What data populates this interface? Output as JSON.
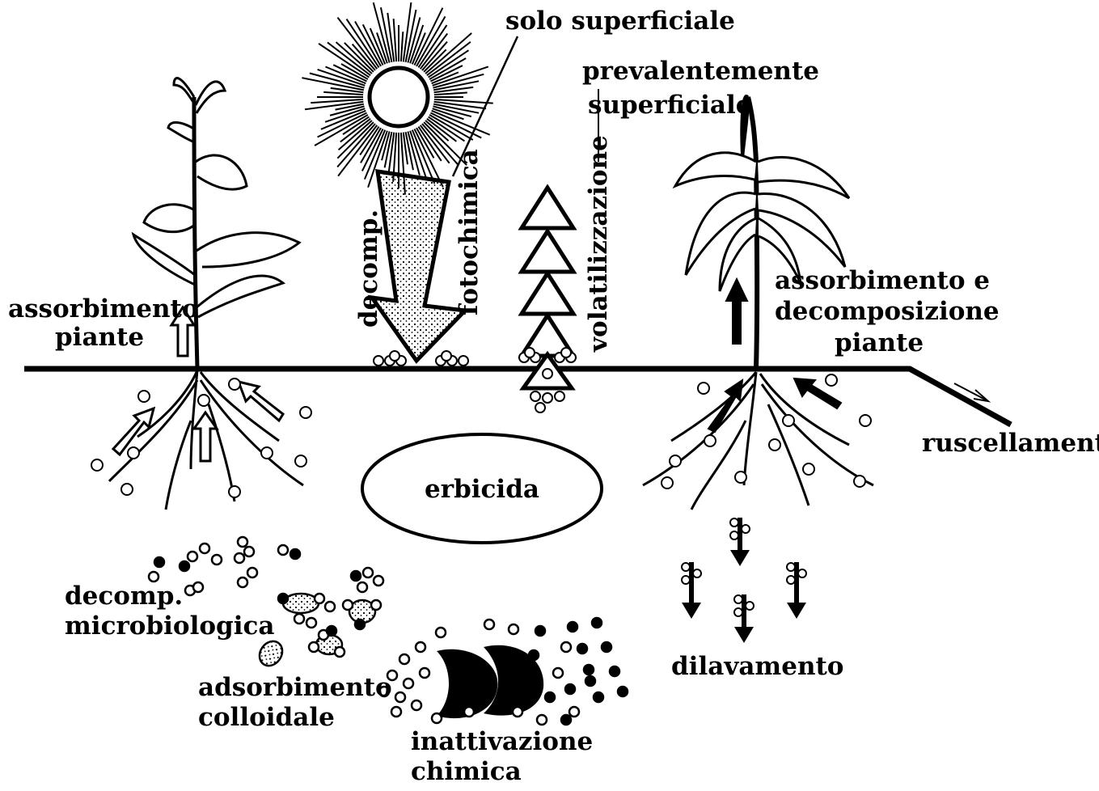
{
  "diagram": {
    "center_label": "erbicida",
    "labels": {
      "solo_superficiale": "solo superficiale",
      "prevalentemente": "prevalentemente",
      "superficiale": "superficiale",
      "assorbimento": "assorbimento",
      "piante_left": "piante",
      "decomp": "decomp.",
      "fotochimica": "fotochimica",
      "volatilizzazione": "volatilizzazione",
      "assorbimento_e": "assorbimento e",
      "decomposizione": "decomposizione",
      "piante_right": "piante",
      "ruscellamento": "ruscellamento",
      "decomp_micro": "decomp.",
      "microbiologica": "microbiologica",
      "adsorbimento": "adsorbimento",
      "colloidale": "colloidale",
      "inattivazione": "inattivazione",
      "chimica": "chimica",
      "dilavamento": "dilavamento"
    },
    "colors": {
      "ink": "#000000",
      "paper": "#ffffff"
    }
  }
}
